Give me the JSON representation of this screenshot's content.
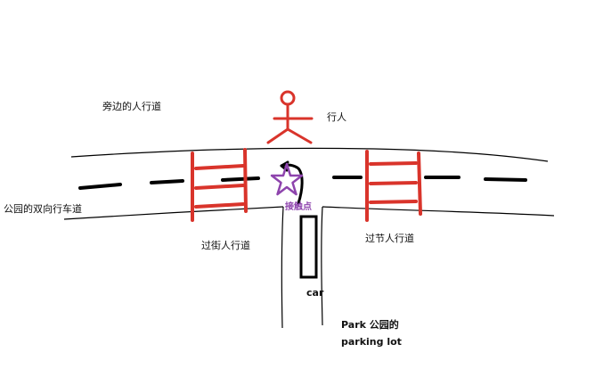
{
  "labels": {
    "side_sidewalk": "旁边的人行道",
    "pedestrian": "行人",
    "park_two_way_road": "公园的双向行车道",
    "contact_point": "接触点",
    "crosswalk_left": "过街人行道",
    "crosswalk_right": "过节人行道",
    "car": "car",
    "parking_line1": "Park 公园的",
    "parking_line2": "parking lot"
  },
  "colors": {
    "road_line": "#000000",
    "crosswalk": "#d9342b",
    "pedestrian": "#d9342b",
    "star": "#8e44ad",
    "text": "#111111"
  },
  "icons": {
    "pedestrian": "stick-figure-icon",
    "contact": "star-icon"
  }
}
